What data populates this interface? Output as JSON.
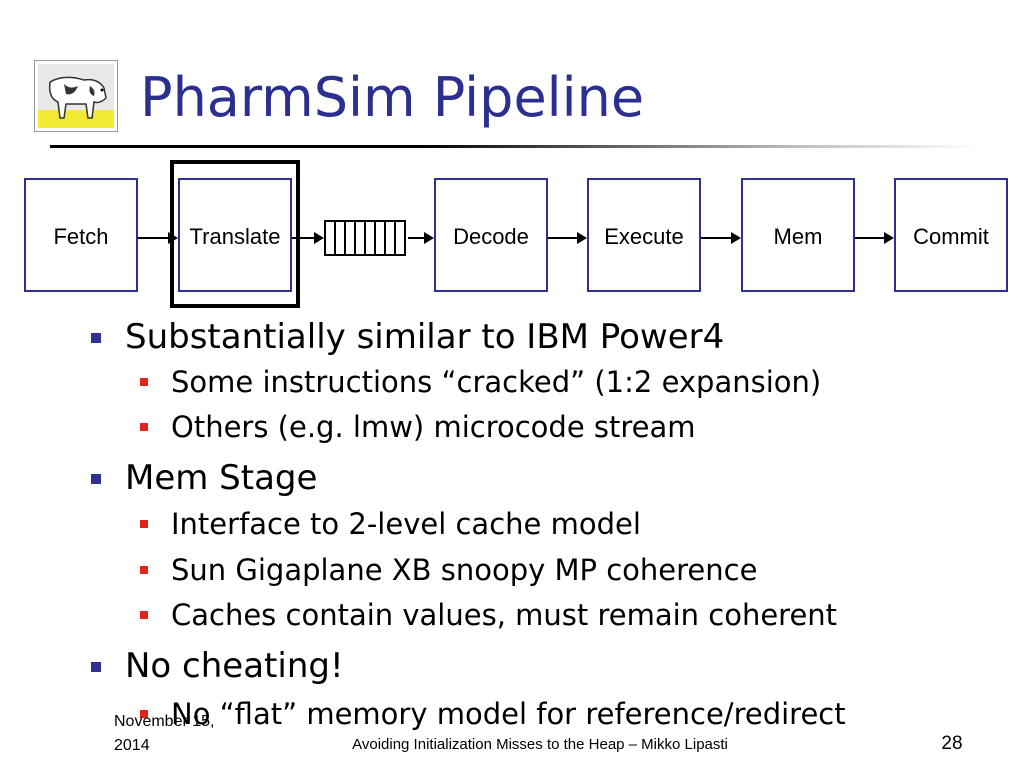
{
  "slide": {
    "title": "PharmSim Pipeline",
    "logo_icon": "cow-logo-icon"
  },
  "pipeline": {
    "stages": [
      "Fetch",
      "Translate",
      "Decode",
      "Execute",
      "Mem",
      "Commit"
    ],
    "highlighted_stage": "Translate",
    "queue_icon": "instruction-queue-icon",
    "colors": {
      "stage_border": "#2e3192",
      "highlight_border": "#000000"
    }
  },
  "bullets": [
    {
      "text": "Substantially similar to IBM Power4",
      "sub": [
        "Some instructions “cracked” (1:2 expansion)",
        "Others (e.g. lmw) microcode stream"
      ]
    },
    {
      "text": "Mem Stage",
      "sub": [
        "Interface to 2-level cache model",
        "Sun Gigaplane XB snoopy MP coherence",
        "Caches contain values, must remain coherent"
      ]
    },
    {
      "text": "No cheating!",
      "sub": [
        "No “flat” memory model for reference/redirect"
      ]
    }
  ],
  "footer": {
    "date": "November 15, 2014",
    "title": "Avoiding Initialization Misses to the Heap – Mikko Lipasti",
    "page_number": "28"
  },
  "colors": {
    "title": "#2b2f8f",
    "bullet_level1": "#2e3192",
    "bullet_level2": "#e2231a"
  }
}
